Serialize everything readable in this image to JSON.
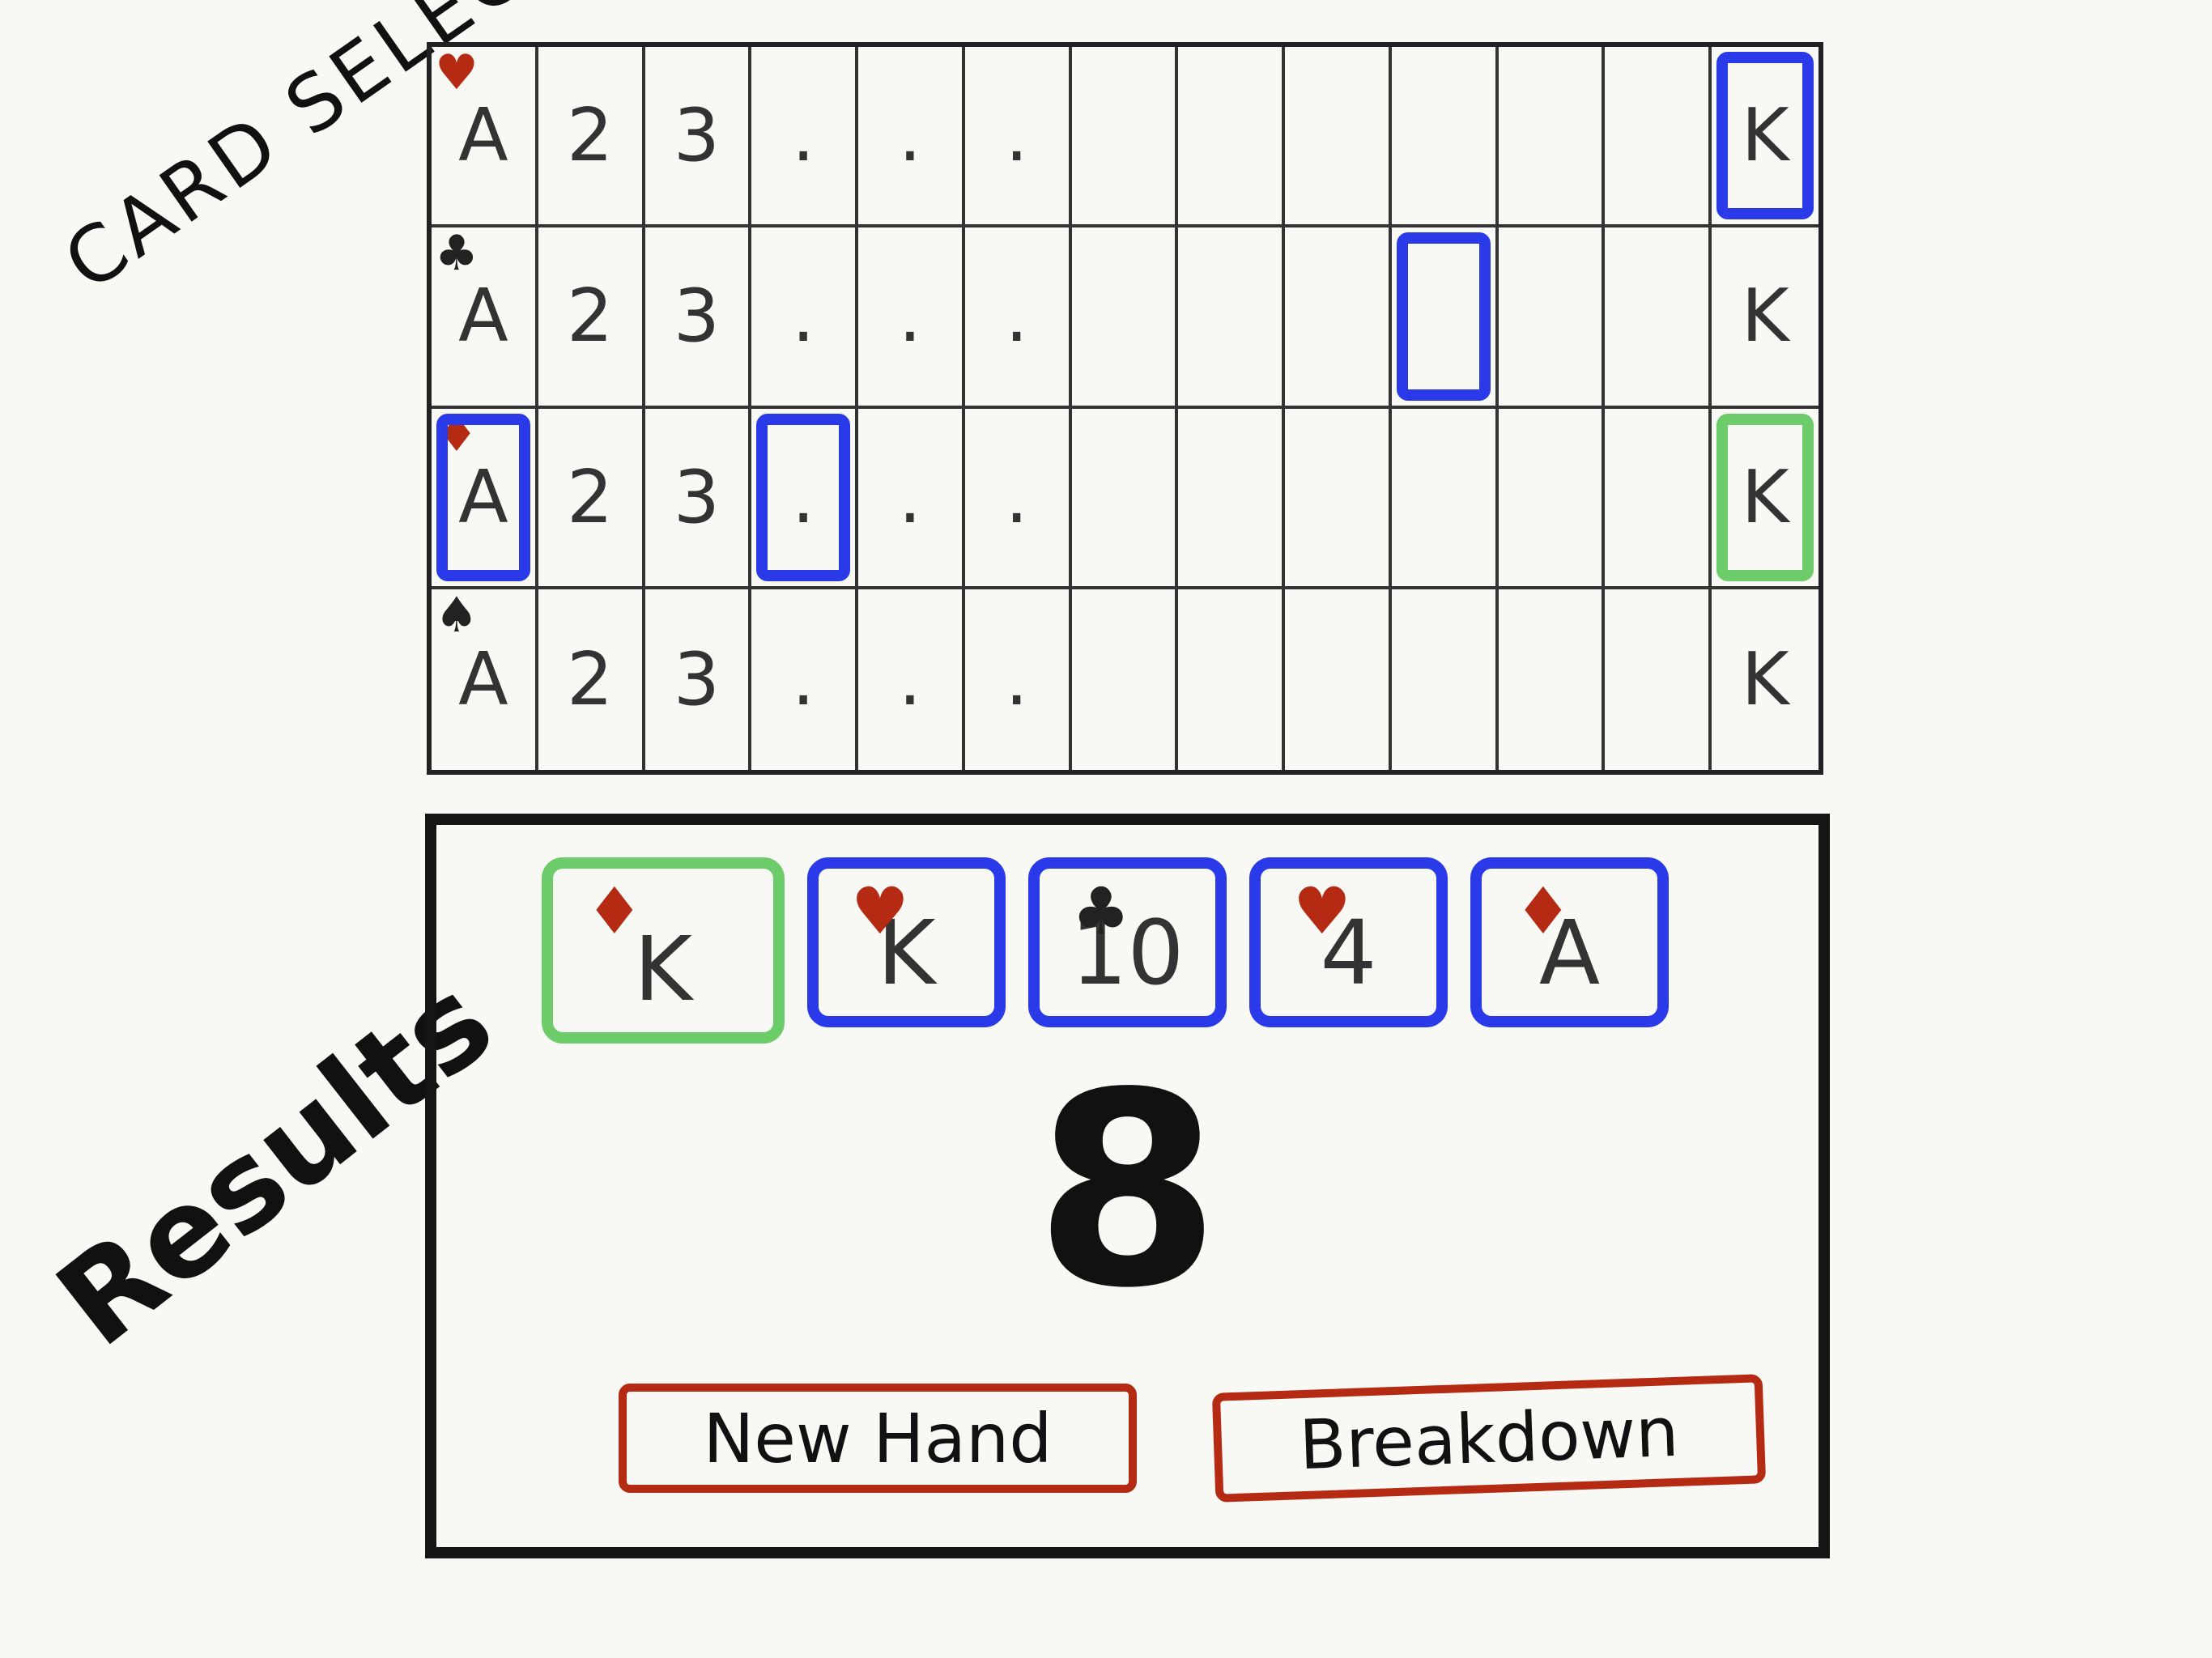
{
  "labels": {
    "card_selection": "CARD SELECTION",
    "results": "Results"
  },
  "grid": {
    "ranks": [
      "A",
      "2",
      "3",
      ".",
      ".",
      ".",
      "",
      "",
      "",
      "",
      "",
      "",
      "K"
    ],
    "rows": [
      {
        "suit": "♥",
        "suit_color": "#b52a12",
        "suit_name": "hearts"
      },
      {
        "suit": "♣",
        "suit_color": "#222222",
        "suit_name": "clubs"
      },
      {
        "suit": "♦",
        "suit_color": "#b52a12",
        "suit_name": "diamonds"
      },
      {
        "suit": "♠",
        "suit_color": "#222222",
        "suit_name": "spades"
      }
    ],
    "selected": [
      {
        "row": 0,
        "col": 12,
        "color": "blue"
      },
      {
        "row": 1,
        "col": 9,
        "color": "blue"
      },
      {
        "row": 2,
        "col": 0,
        "color": "blue"
      },
      {
        "row": 2,
        "col": 3,
        "color": "blue"
      },
      {
        "row": 2,
        "col": 12,
        "color": "green"
      }
    ]
  },
  "hand": [
    {
      "rank": "K",
      "suit": "♦",
      "suit_color": "red",
      "highlight": "green"
    },
    {
      "rank": "K",
      "suit": "♥",
      "suit_color": "red",
      "highlight": "blue"
    },
    {
      "rank": "10",
      "suit": "♣",
      "suit_color": "black",
      "highlight": "blue"
    },
    {
      "rank": "4",
      "suit": "♥",
      "suit_color": "red",
      "highlight": "blue"
    },
    {
      "rank": "A",
      "suit": "♦",
      "suit_color": "red",
      "highlight": "blue"
    }
  ],
  "result": {
    "score": "8"
  },
  "buttons": {
    "new_hand": "New Hand",
    "breakdown": "Breakdown"
  },
  "colors": {
    "selection_blue": "#2a3ae8",
    "selection_green": "#6ccc6a",
    "button_red": "#b52a12"
  }
}
